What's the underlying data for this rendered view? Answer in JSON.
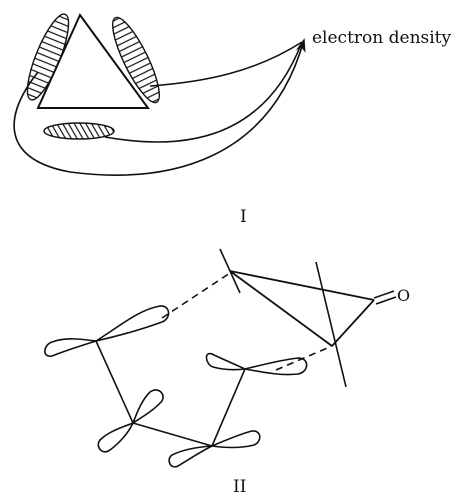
{
  "labels": {
    "electron_density": "electron density",
    "figure_1": "I",
    "figure_2": "II",
    "carbonyl_oxygen": "O"
  }
}
